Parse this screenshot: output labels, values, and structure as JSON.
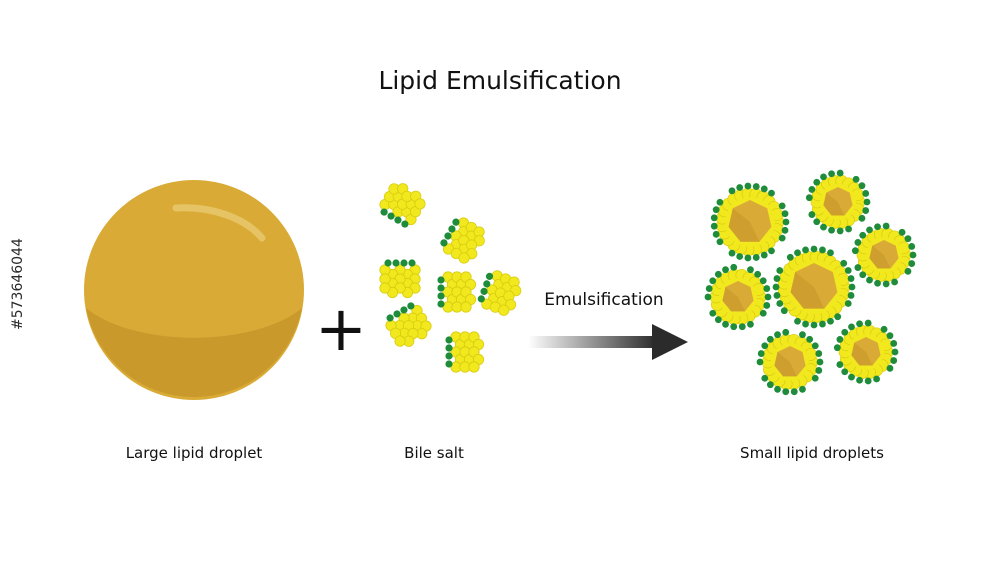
{
  "title": "Lipid Emulsification",
  "labels": {
    "large_droplet": "Large lipid droplet",
    "bile_salt": "Bile salt",
    "arrow": "Emulsification",
    "small_droplets": "Small lipid droplets"
  },
  "symbols": {
    "plus": "+"
  },
  "side_code": "#573646044",
  "colors": {
    "lipid": "#D9AB36",
    "lipid_dark": "#C4952A",
    "bile_tail": "#F1E81E",
    "bile_tail_outline": "#D9CC10",
    "bile_head": "#1E8C3A",
    "arrow_dark": "#2B2B2B"
  }
}
